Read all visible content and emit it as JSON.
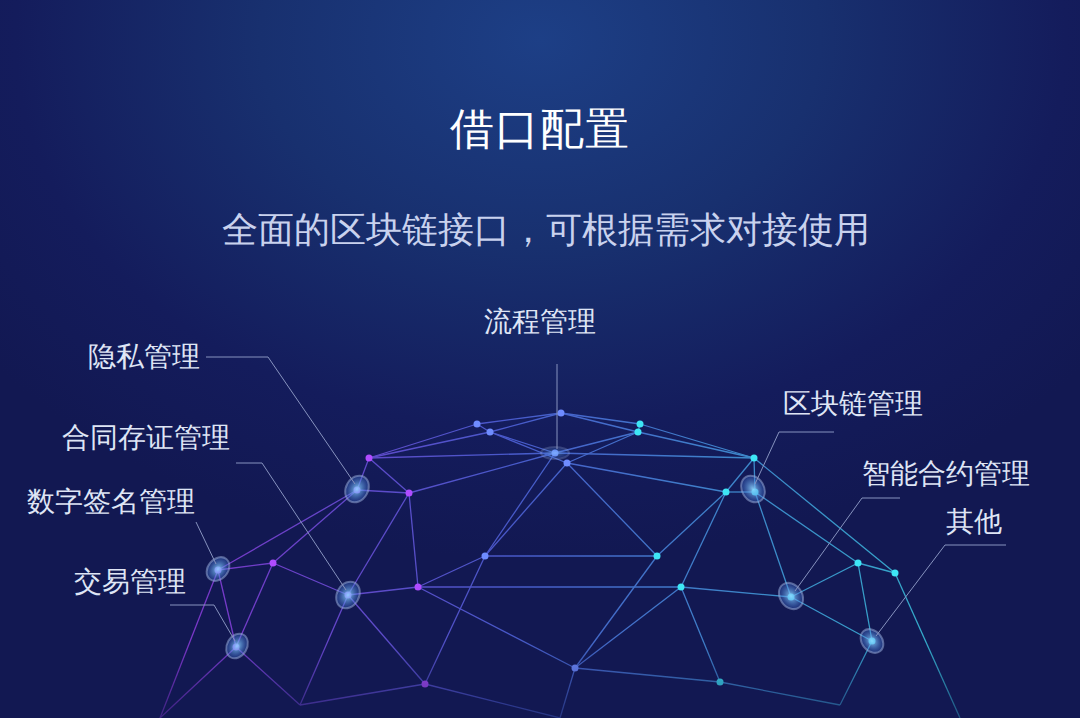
{
  "diagram": {
    "title": "借口配置",
    "labels": [
      "全面的区块链接口，可根据需求对接使用",
      "流程管理",
      "隐私管理",
      "区块链管理",
      "合同存证管理",
      "智能合约管理",
      "数字签名管理",
      "其他",
      "交易管理"
    ]
  }
}
